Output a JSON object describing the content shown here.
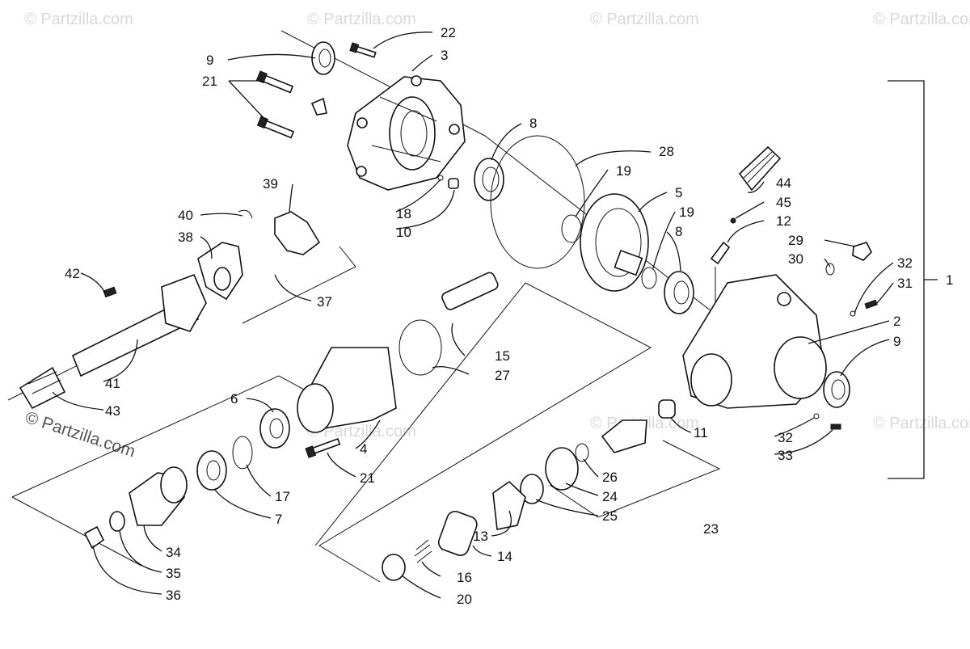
{
  "watermark": "© Partzilla.com",
  "colors": {
    "ink": "#111111",
    "watermark": "#d9d9d9",
    "background": "#ffffff"
  },
  "labels": {
    "l1": "1",
    "l2": "2",
    "l3": "3",
    "l4": "4",
    "l5": "5",
    "l6": "6",
    "l7": "7",
    "l8a": "8",
    "l8b": "8",
    "l9a": "9",
    "l9b": "9",
    "l10": "10",
    "l11": "11",
    "l12": "12",
    "l13": "13",
    "l14": "14",
    "l15": "15",
    "l16": "16",
    "l17": "17",
    "l18": "18",
    "l19a": "19",
    "l19b": "19",
    "l20": "20",
    "l21a": "21",
    "l21b": "21",
    "l22": "22",
    "l23": "23",
    "l24": "24",
    "l25": "25",
    "l26": "26",
    "l27": "27",
    "l28": "28",
    "l29": "29",
    "l30": "30",
    "l31": "31",
    "l32a": "32",
    "l32b": "32",
    "l33": "33",
    "l34": "34",
    "l35": "35",
    "l36": "36",
    "l37": "37",
    "l38": "38",
    "l39": "39",
    "l40": "40",
    "l41": "41",
    "l42": "42",
    "l43": "43",
    "l44": "44",
    "l45": "45"
  }
}
